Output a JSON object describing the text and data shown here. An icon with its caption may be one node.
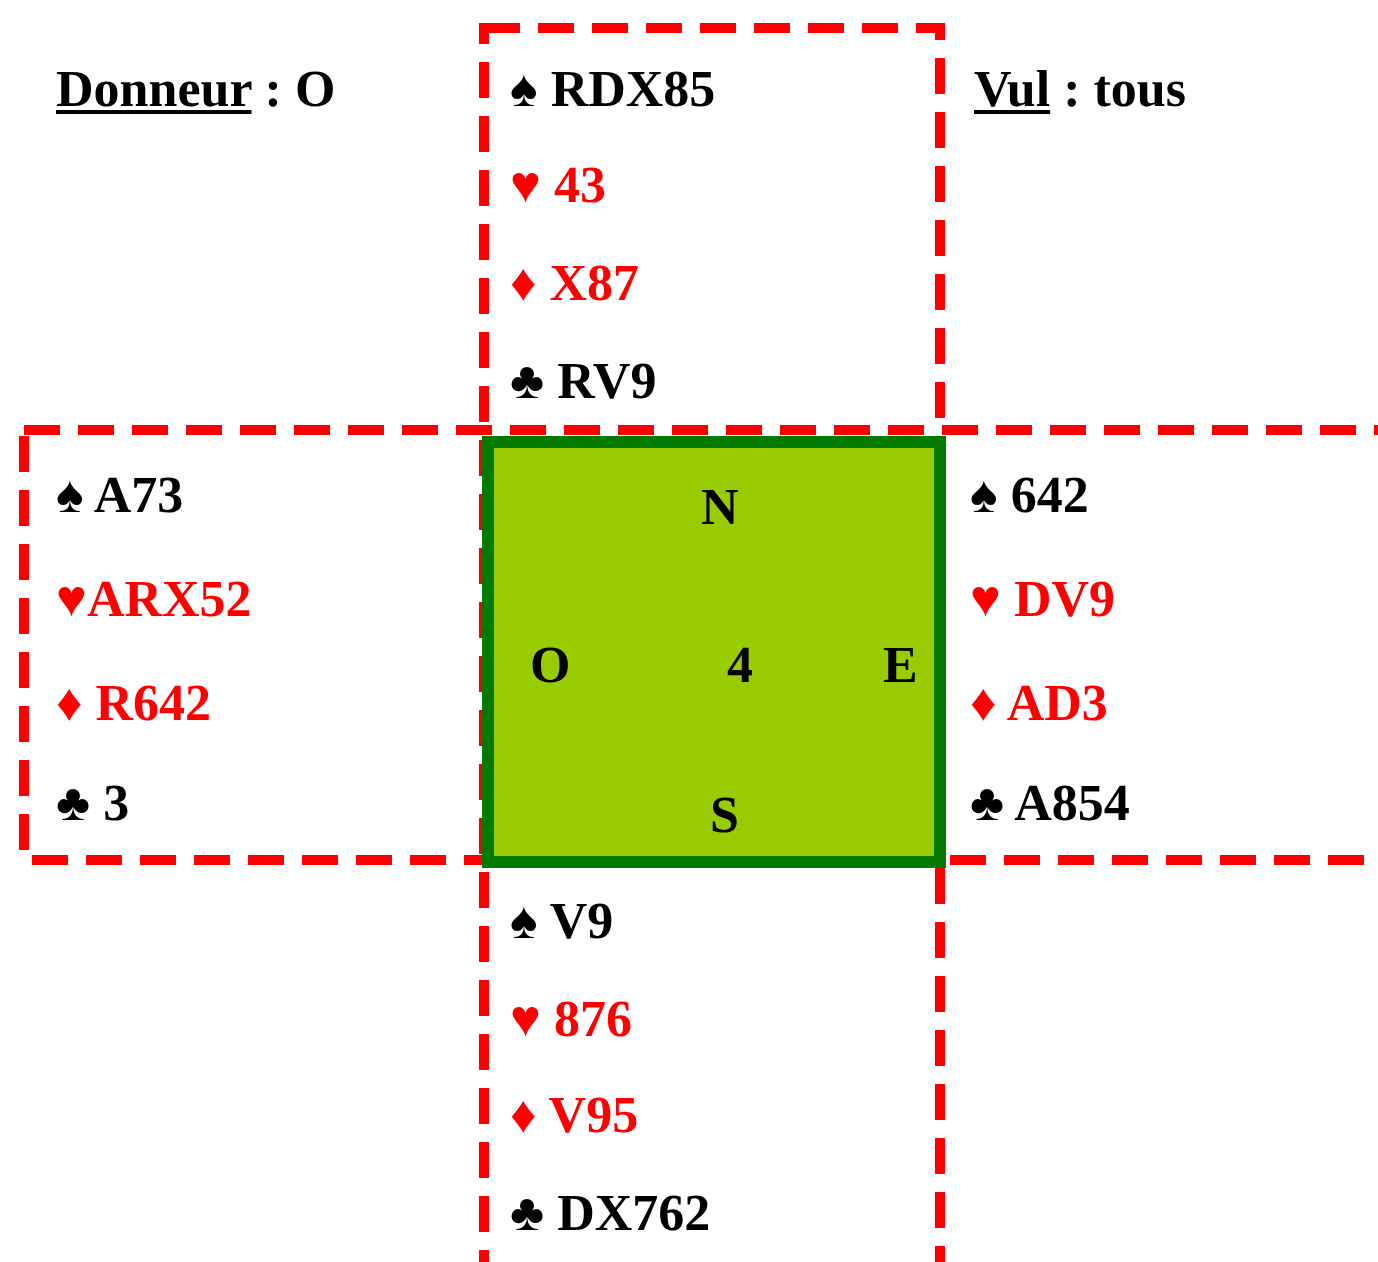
{
  "diagram": {
    "nodes": [
      {
        "text": [
          "N",
          "O",
          "4",
          "E",
          "S"
        ]
      }
    ],
    "labels": [
      "Donneur : O",
      "Vul : tous",
      "♠ RDX85",
      "♥ 43",
      "♦ X87",
      "♣ RV9",
      "♠ A73",
      "♥ARX52",
      "♦ R642",
      "♣ 3",
      "♠ 642",
      "♥ DV9",
      "♦ AD3",
      "♣ A854",
      "♠ V9",
      "♥ 876",
      "♦ V95",
      "♣ DX762"
    ]
  }
}
